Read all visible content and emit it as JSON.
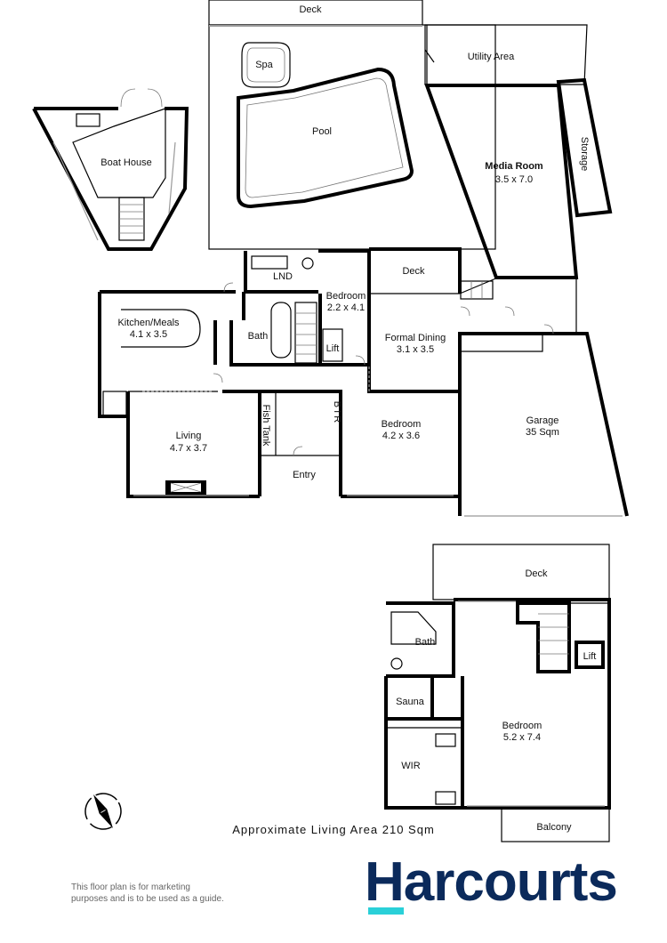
{
  "rooms": {
    "deck_top": "Deck",
    "spa": "Spa",
    "pool": "Pool",
    "utility_area": "Utility Area",
    "storage": "Storage",
    "media_room": "Media Room",
    "media_room_size": "3.5 x 7.0",
    "boat_house": "Boat House",
    "lnd": "LND",
    "bedroom_small": "Bedroom",
    "bedroom_small_size": "2.2 x 4.1",
    "deck_mid": "Deck",
    "kitchen_meals": "Kitchen/Meals",
    "kitchen_meals_size": "4.1 x 3.5",
    "bath_ground": "Bath",
    "lift_ground": "Lift",
    "formal_dining": "Formal Dining",
    "formal_dining_size": "3.1 x 3.5",
    "living": "Living",
    "living_size": "4.7 x 3.7",
    "fish_tank": "Fish Tank",
    "bir": "B I R",
    "bedroom_mid": "Bedroom",
    "bedroom_mid_size": "4.2 x 3.6",
    "garage": "Garage",
    "garage_size": "35 Sqm",
    "entry": "Entry",
    "deck_upper": "Deck",
    "bath_upper": "Bath",
    "lift_upper": "Lift",
    "sauna": "Sauna",
    "bedroom_upper": "Bedroom",
    "bedroom_upper_size": "5.2 x 7.4",
    "wir": "WIR",
    "balcony": "Balcony"
  },
  "approx_area": "Approximate Living Area 210 Sqm",
  "disclaimer": {
    "line1": "This floor plan is for marketing",
    "line2": "purposes and is to be used as a guide."
  },
  "brand": {
    "name": "Harcourts",
    "color": "#0b2a5b",
    "accent": "#2ad0d8"
  },
  "icons": {
    "compass": "compass-icon"
  }
}
